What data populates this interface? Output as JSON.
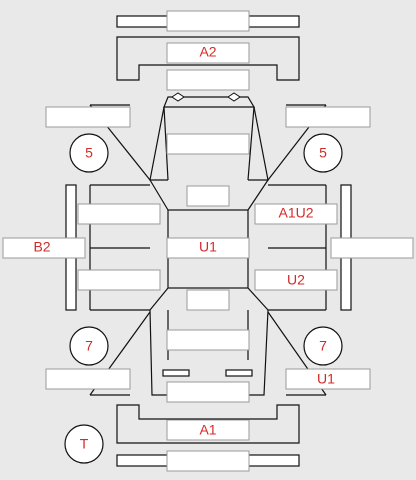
{
  "colors": {
    "background": "#e9e9e9",
    "label": "#d42a2a",
    "outline": "#111111",
    "field_border": "#9a9a9a"
  },
  "icons": {
    "headlight_left": "diamond-icon",
    "headlight_right": "diamond-icon"
  },
  "labels": {
    "rear_bumper": "A2",
    "left_front_wheel": "5",
    "right_front_wheel": "5",
    "right_front_door": "A1U2",
    "left_side": "B2",
    "roof": "U1",
    "right_rear_door": "U2",
    "left_rear_wheel": "7",
    "right_rear_wheel": "7",
    "right_rear_quarter": "U1",
    "front_bumper": "A1",
    "spare_tire": "T"
  }
}
